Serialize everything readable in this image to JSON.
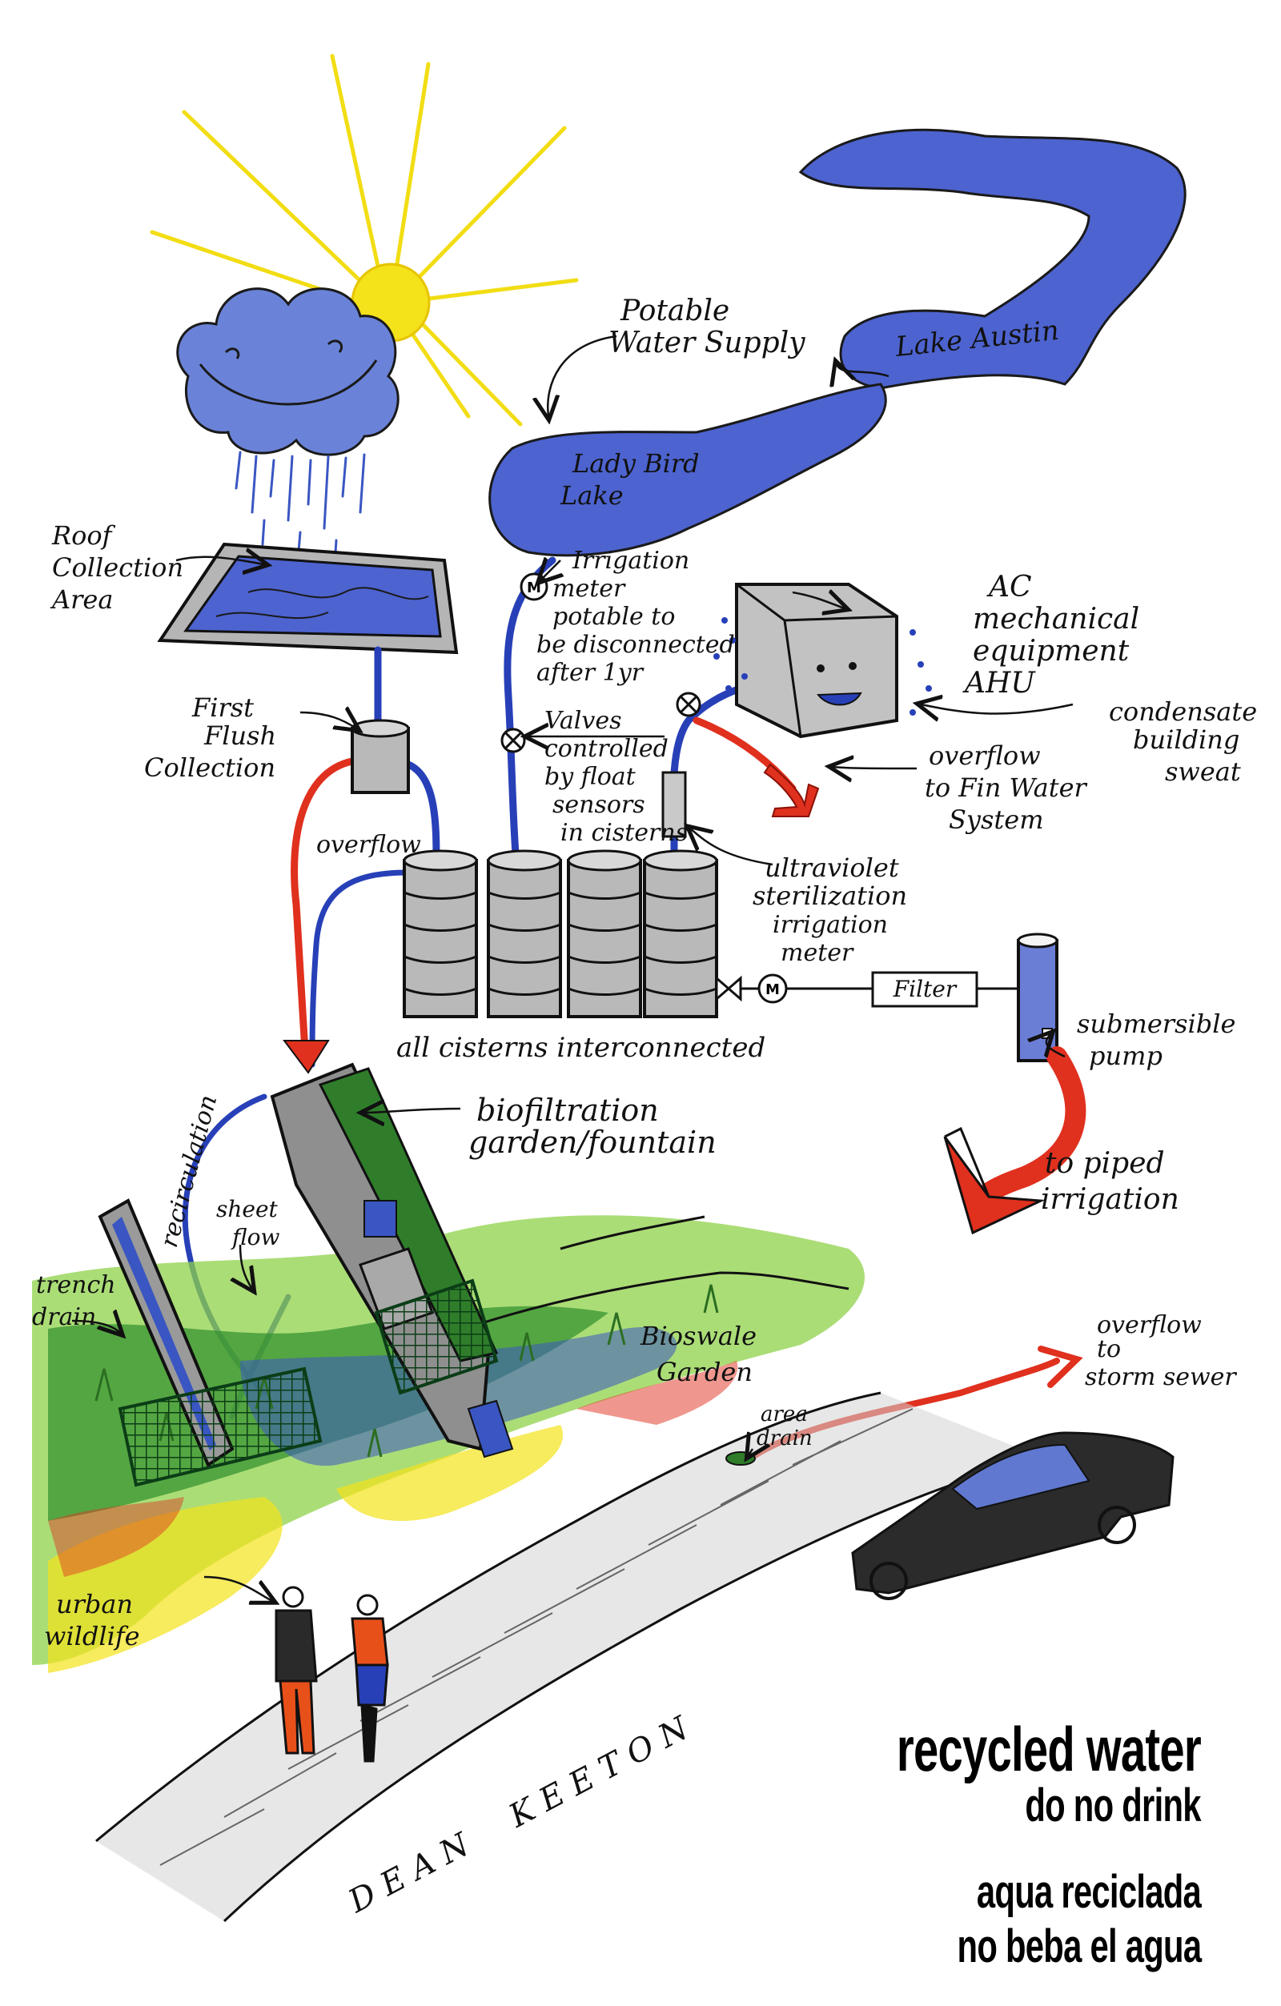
{
  "labels": {
    "potable_water_supply": [
      "Potable",
      "Water Supply"
    ],
    "lake_austin": "Lake Austin",
    "lady_bird_lake": [
      "Lady Bird",
      "Lake"
    ],
    "roof_collection_area": [
      "Roof",
      "Collection",
      "Area"
    ],
    "irrigation_meter_note": [
      "Irrigation",
      "meter",
      "potable to",
      "be disconnected",
      "after 1yr"
    ],
    "ac_equipment": [
      "AC",
      "mechanical",
      "equipment",
      "AHU"
    ],
    "condensate": [
      "condensate",
      "building",
      "sweat"
    ],
    "first_flush": [
      "First",
      "Flush",
      "Collection"
    ],
    "valves_note": [
      "Valves",
      "controlled",
      "by float",
      "sensors",
      "in cisterns"
    ],
    "overflow_fin": [
      "overflow",
      "to Fin Water",
      "System"
    ],
    "overflow": "overflow",
    "uv_sterilization": [
      "ultraviolet",
      "sterilization"
    ],
    "irrigation_meter": [
      "irrigation",
      "meter"
    ],
    "filter": "Filter",
    "submersible_pump": [
      "submersible",
      "pump"
    ],
    "all_cisterns": "all cisterns interconnected",
    "biofiltration": [
      "biofiltration",
      "garden/fountain"
    ],
    "recirculation": "recirculation",
    "sheet_flow": [
      "sheet",
      "flow"
    ],
    "trench_drain": [
      "trench",
      "drain"
    ],
    "bioswale": [
      "Bioswale",
      "Garden"
    ],
    "to_piped_irrigation": [
      "to piped",
      "irrigation"
    ],
    "overflow_storm": [
      "overflow",
      "to",
      "storm sewer"
    ],
    "area_drain": [
      "area",
      "drain"
    ],
    "urban_wildlife": [
      "urban",
      "wildlife"
    ],
    "street_name": "D E A N     K E E T O N",
    "meter_symbol": "M"
  },
  "sign": {
    "line1": "recycled water",
    "line2": "do no drink",
    "line3": "aqua reciclada",
    "line4": "no beba el agua"
  },
  "colors": {
    "water_blue": "#3b58c4",
    "overflow_red": "#e0301e",
    "sun_yellow": "#f4e21a",
    "grass_green": "#6fbf3a",
    "cistern_gray": "#b9b9b9"
  }
}
